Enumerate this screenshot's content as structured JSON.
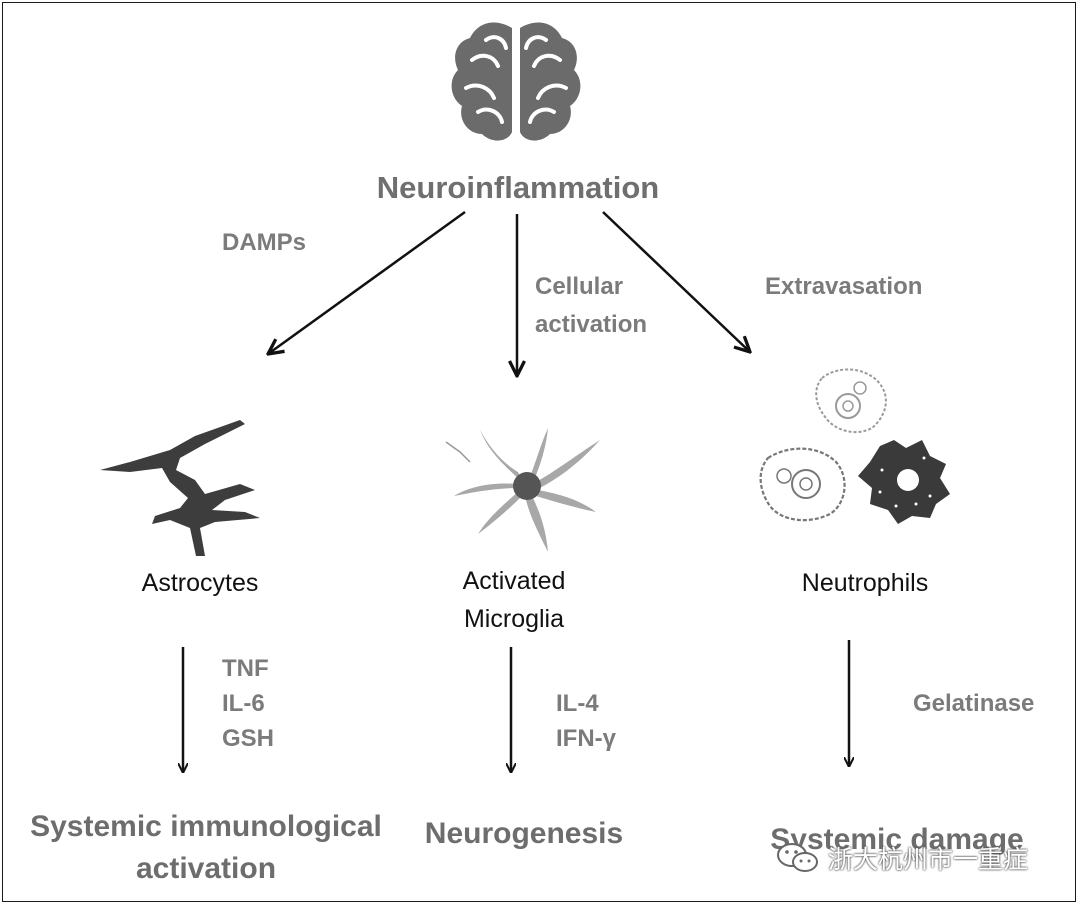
{
  "title": "Neuroinflammation",
  "pathways": {
    "left": "DAMPs",
    "middle_line1": "Cellular",
    "middle_line2": "activation",
    "right": "Extravasation"
  },
  "cells": {
    "left": "Astrocytes",
    "middle_line1": "Activated",
    "middle_line2": "Microglia",
    "right": "Neutrophils"
  },
  "mediators": {
    "left": [
      "TNF",
      "IL-6",
      "GSH"
    ],
    "middle": [
      "IL-4",
      "IFN-γ"
    ],
    "right": [
      "Gelatinase"
    ]
  },
  "outcomes": {
    "left_line1": "Systemic immunological",
    "left_line2": "activation",
    "middle": "Neurogenesis",
    "right": "Systemic damage"
  },
  "watermark": "浙大杭州市一重症",
  "icons": {
    "top": "brain-icon",
    "left": "astrocyte-icon",
    "middle": "microglia-icon",
    "right": "neutrophils-icon",
    "watermark": "wechat-icon"
  }
}
